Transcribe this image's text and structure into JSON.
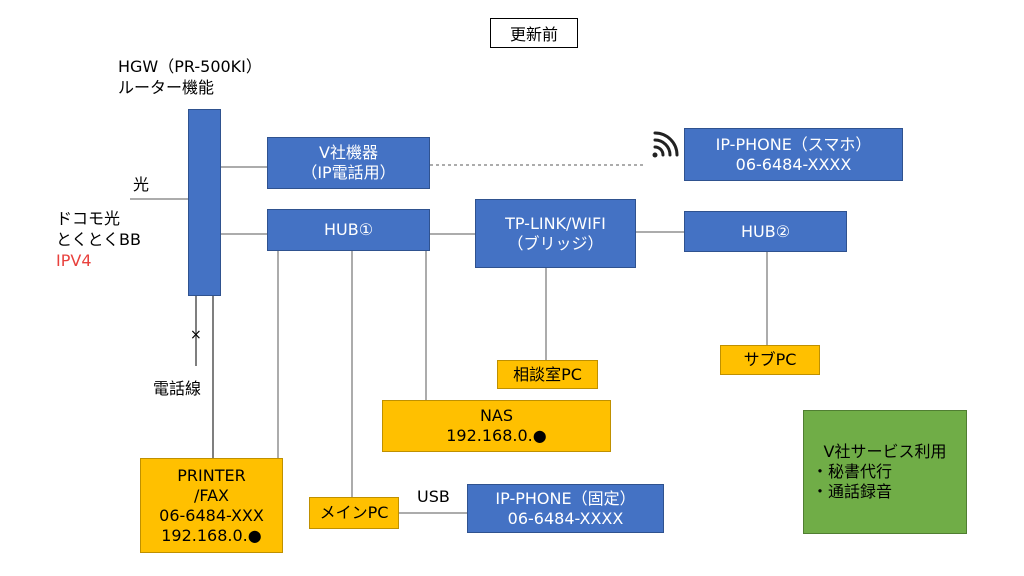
{
  "title": "更新前",
  "hgw_label": {
    "line1": "HGW（PR-500KI）",
    "line2": "ルーター機能"
  },
  "hikari_label": "光",
  "isp_label": {
    "line1": "ドコモ光",
    "line2": "とくとくBB",
    "line3": "IPV4"
  },
  "cross_mark": "×",
  "phone_line_label": "電話線",
  "usb_label": "USB",
  "v_device": {
    "line1": "V社機器",
    "line2": "（IP電話用）"
  },
  "ip_phone_mobile": {
    "line1": "IP-PHONE（スマホ）",
    "line2": "06-6484-XXXX"
  },
  "hub1": "HUB①",
  "tplink": {
    "line1": "TP-LINK/WIFI",
    "line2": "（ブリッジ）"
  },
  "hub2": "HUB②",
  "consult_pc": "相談室PC",
  "sub_pc": "サブPC",
  "nas": {
    "line1": "NAS",
    "line2": "192.168.0.●"
  },
  "printer": {
    "line1": "PRINTER",
    "line2": "/FAX",
    "line3": "06-6484-XXX",
    "line4": "192.168.0.●"
  },
  "main_pc": "メインPC",
  "ip_phone_fixed": {
    "line1": "IP-PHONE（固定）",
    "line2": "06-6484-XXXX"
  },
  "v_service": {
    "title": "V社サービス利用",
    "item1": "・秘書代行",
    "item2": "・通話録音"
  },
  "colors": {
    "device_blue": "#4472c4",
    "device_yellow": "#ffc000",
    "service_green": "#70ad47",
    "ipv4_red": "#e8413d"
  },
  "icons": {
    "wifi": "wifi-signal-icon"
  }
}
